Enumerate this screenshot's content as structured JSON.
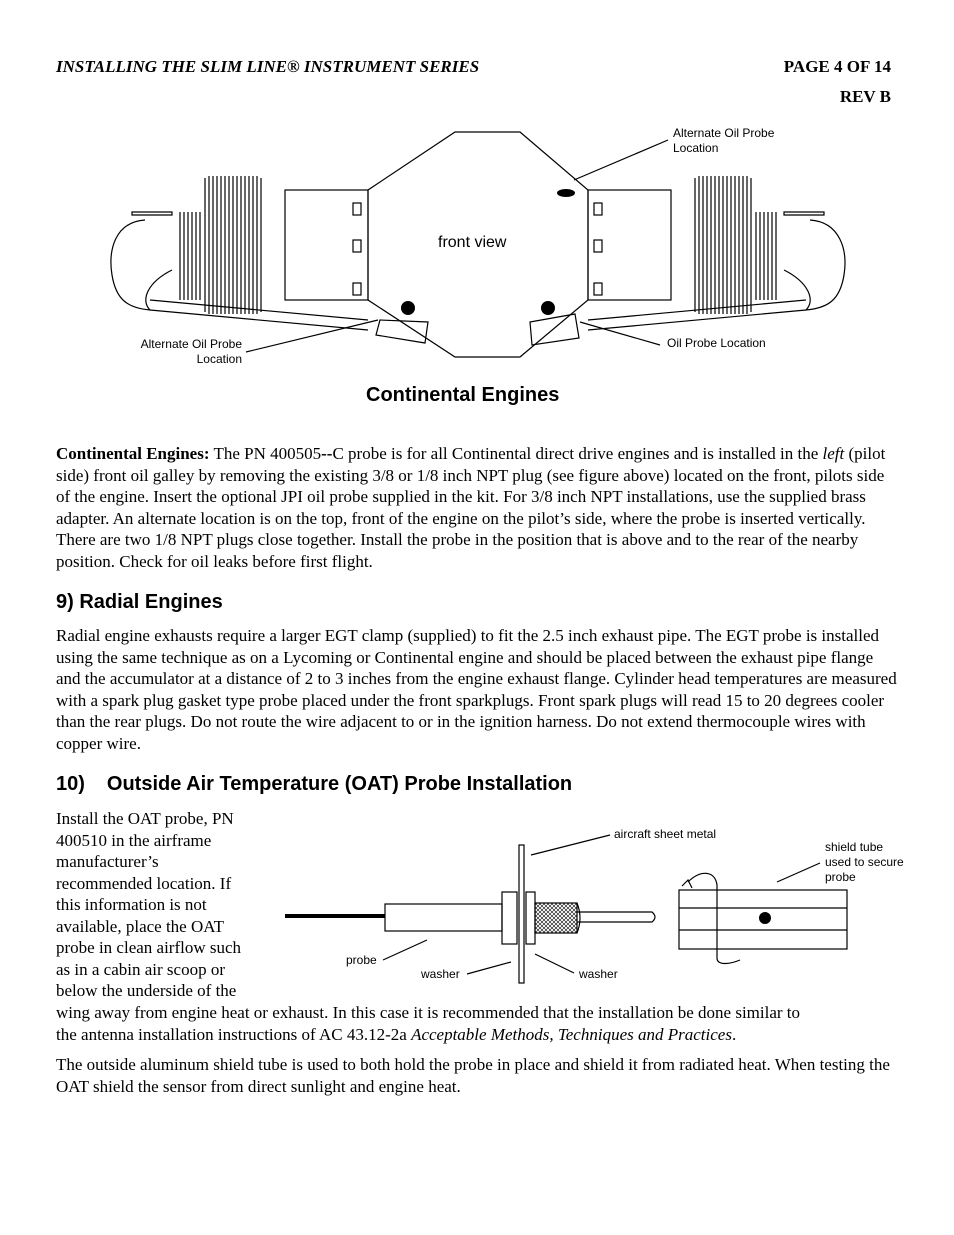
{
  "header": {
    "title": "INSTALLING THE SLIM LINE® INSTRUMENT SERIES",
    "page": "PAGE 4 OF 14",
    "rev": "REV B"
  },
  "figure1": {
    "label_alt_top_1": "Alternate Oil Probe",
    "label_alt_top_2": "Location",
    "label_front_view": "front view",
    "label_alt_left_1": "Alternate Oil Probe",
    "label_alt_left_2": "Location",
    "label_oil_probe": "Oil Probe Location",
    "caption": "Continental Engines"
  },
  "continental": {
    "lead": "Continental Engines:",
    "t1": " The PN 400505",
    "dash": "--",
    "t2": "C probe is for all Continental direct drive engines and is installed in the",
    "left_word": "left",
    "t3": " (pilot side) front oil galley by removing the existing 3/8 or 1/8 inch NPT plug (see figure above) located on the front, pilots side of the engine. Insert the optional JPI oil probe supplied in the kit. For 3/8 inch NPT installations, use the supplied brass adapter. An alternate location is on the top, front of the engine on the pilot’s side, where the probe is inserted vertically. There are two 1/8 NPT plugs close together. Install the probe in the position that is above and to the rear of the nearby position. Check for oil leaks before first flight."
  },
  "radial": {
    "heading": "9) Radial Engines",
    "body": "Radial engine exhausts require a larger EGT clamp (supplied) to fit the 2.5 inch exhaust pipe. The EGT probe is installed using the same technique as on a Lycoming or Continental engine and should be placed between the exhaust pipe flange and the accumulator at a distance of 2 to 3 inches from the engine exhaust flange. Cylinder head temperatures are measured with a spark plug gasket type probe placed under the front sparkplugs. Front spark plugs will read 15 to 20 degrees cooler than the rear plugs. Do not route the wire adjacent to or in the ignition harness. Do not extend thermocouple wires with copper wire."
  },
  "oat": {
    "heading_num": "10)",
    "heading_text": "Outside Air Temperature (OAT) Probe Installation",
    "left_lines": [
      "Install the OAT probe, PN",
      "400510 in the airframe",
      "manufacturer’s",
      "recommended location. If",
      "this information is not",
      "available, place the OAT",
      "probe in clean airflow such",
      "as in a cabin air scoop or",
      "below the underside of the"
    ],
    "line_full": "wing away from engine heat or exhaust. In this case it is recommended that the installation be done similar to",
    "line_ac_1": "the antenna installation instructions of AC 43.12-2a ",
    "line_ac_italic": "Acceptable Methods, Techniques and Practices",
    "line_ac_end": ".",
    "p2": "The outside aluminum shield tube is used to both hold the probe in place and shield it from radiated heat. When testing the OAT shield the sensor from direct sunlight and engine heat."
  },
  "figure2": {
    "label_sheet_metal": "aircraft sheet metal",
    "label_shield_1": "shield tube",
    "label_shield_2": "used to secure",
    "label_shield_3": "probe",
    "label_probe": "probe",
    "label_washer_left": "washer",
    "label_washer_right": "washer"
  }
}
